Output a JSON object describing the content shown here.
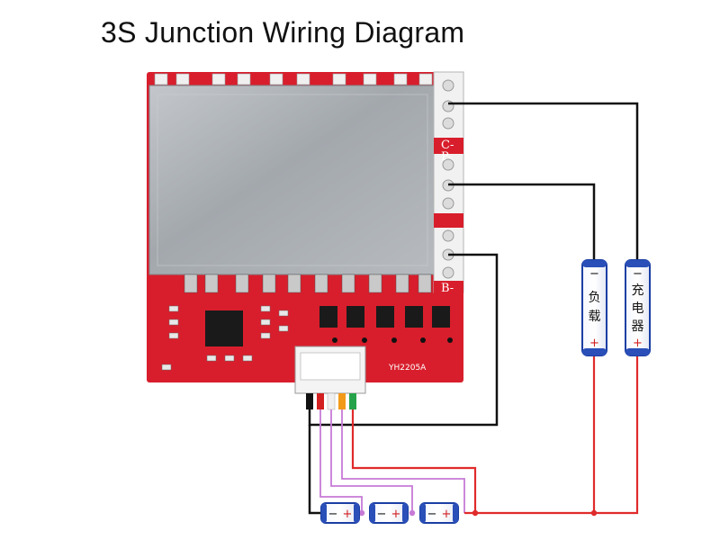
{
  "title": "3S Junction Wiring Diagram",
  "board": {
    "model_label": "YH2205A",
    "pins": {
      "charge_minus": "C-",
      "load_minus": "P-",
      "battery_minus": "B-"
    }
  },
  "load": {
    "minus_sign": "−",
    "plus_sign": "+",
    "label_line1": "负",
    "label_line2": "载"
  },
  "charger": {
    "minus_sign": "−",
    "plus_sign": "+",
    "label_line1": "充",
    "label_line2": "电",
    "label_line3": "器"
  },
  "cells": [
    {
      "minus_sign": "−",
      "plus_sign": "+"
    },
    {
      "minus_sign": "−",
      "plus_sign": "+"
    },
    {
      "minus_sign": "−",
      "plus_sign": "+"
    }
  ],
  "colors": {
    "pcb": "#d81e2c",
    "heatsink": "#a9aeb3",
    "negative_wire": "#111111",
    "positive_wire": "#e02b2b",
    "balance_wire": "#c77ad6",
    "component_border": "#1b3fa3"
  }
}
